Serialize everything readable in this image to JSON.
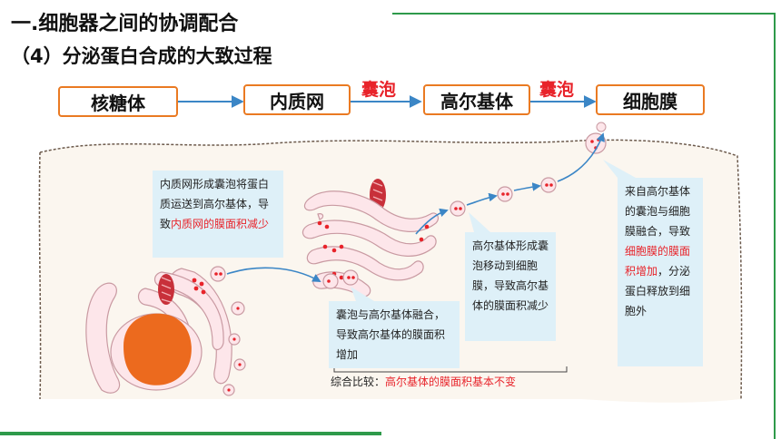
{
  "header": {
    "title": "一.细胞器之间的协调配合",
    "subtitle": "（4）分泌蛋白合成的大致过程"
  },
  "flow": {
    "steps": [
      "核糖体",
      "内质网",
      "高尔基体",
      "细胞膜"
    ],
    "vesicle_label_1": "囊泡",
    "vesicle_label_2": "囊泡"
  },
  "notes": {
    "er": {
      "text": "内质网形成囊泡将蛋白质运送到高尔基体，导致",
      "red": "内质网的膜面积减少"
    },
    "golgi_in": {
      "text": "囊泡与高尔基体融合，导致高尔基体的膜面积增加"
    },
    "golgi_out": {
      "text": "高尔基体形成囊泡移动到细胞膜，导致高尔基体的膜面积减少"
    },
    "membrane": {
      "text_a": "来自高尔基体的囊泡与细胞膜融合，导致",
      "red": "细胞膜的膜面积增加",
      "text_b": "，分泌蛋白释放到细胞外"
    }
  },
  "summary": {
    "label": "综合比较：",
    "value": "高尔基体的膜面积基本不变"
  },
  "colors": {
    "step_border": "#ea7a22",
    "vesicle_text": "#e8232a",
    "frame": "#2e9a4a",
    "note_bg": "#def0f8",
    "arrow": "#3b86c6"
  }
}
